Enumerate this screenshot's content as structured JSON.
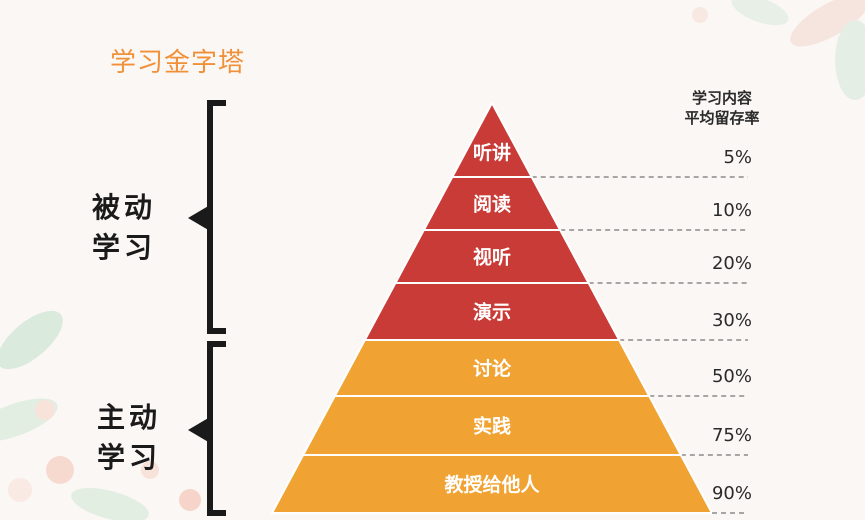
{
  "title": "学习金字塔",
  "header": {
    "line1": "学习内容",
    "line2": "平均留存率"
  },
  "groups": [
    {
      "line1": "被动",
      "line2": "学习"
    },
    {
      "line1": "主动",
      "line2": "学习"
    }
  ],
  "levels": [
    {
      "label": "听讲",
      "rate": "5%"
    },
    {
      "label": "阅读",
      "rate": "10%"
    },
    {
      "label": "视听",
      "rate": "20%"
    },
    {
      "label": "演示",
      "rate": "30%"
    },
    {
      "label": "讨论",
      "rate": "50%"
    },
    {
      "label": "实践",
      "rate": "75%"
    },
    {
      "label": "教授给他人",
      "rate": "90%"
    }
  ],
  "colors": {
    "passive": "#c93b36",
    "active": "#f0a333",
    "title": "#f0913a"
  }
}
